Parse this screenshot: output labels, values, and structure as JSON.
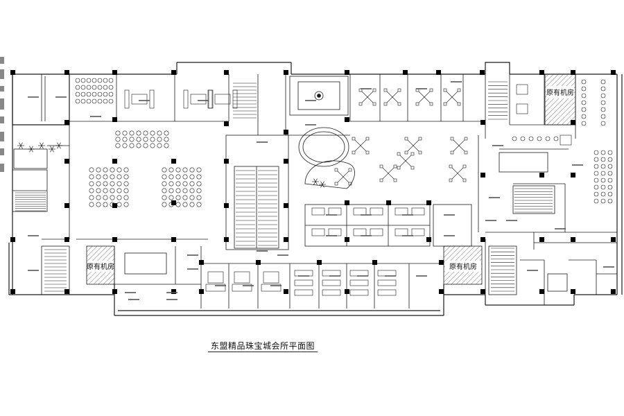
{
  "title": "东盟精品珠宝城会所平面图",
  "rooms": {
    "machine_top_right": "原有机房",
    "machine_left": "原有机房",
    "machine_right": "原有机房"
  },
  "colors": {
    "line": "#1a1a1a",
    "column": "#000000",
    "hatch": "#555555"
  }
}
